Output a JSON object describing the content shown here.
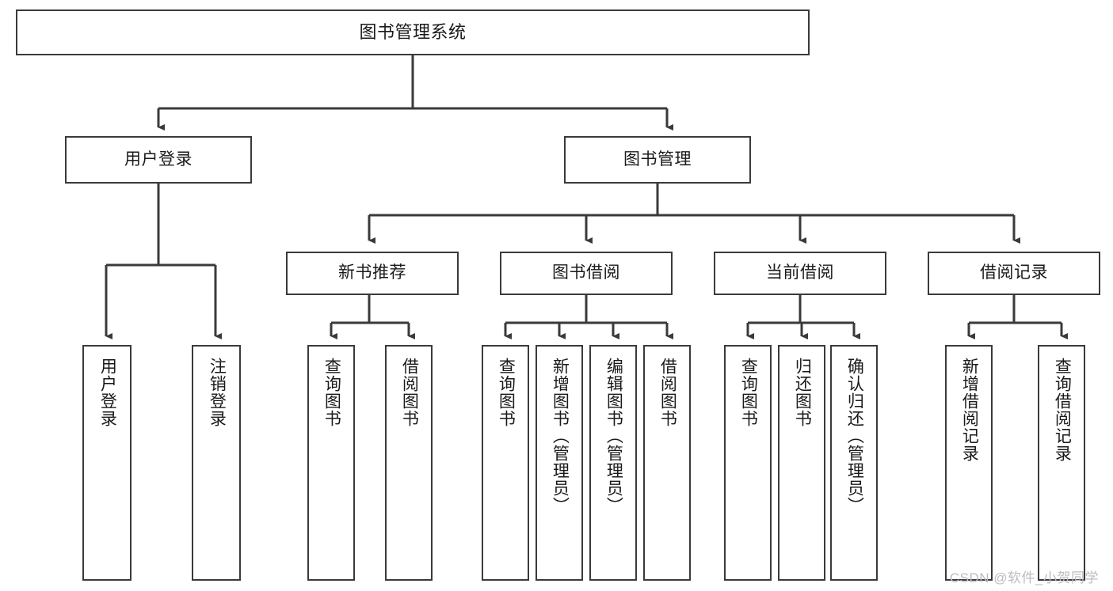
{
  "diagram": {
    "title": "图书管理系统",
    "type": "tree-hierarchy",
    "watermark": "CSDN @软件_小贺同学",
    "colors": {
      "background": "#ffffff",
      "box_border": "#3a3a3a",
      "text": "#1a1a1a",
      "connector": "#3a3a3a",
      "watermark": "#b9bcc2"
    },
    "levels": {
      "level0": {
        "nodes": [
          {
            "id": "root",
            "label": "图书管理系统",
            "orientation": "horizontal"
          }
        ]
      },
      "level1": {
        "nodes": [
          {
            "id": "user-login",
            "label": "用户登录",
            "orientation": "horizontal"
          },
          {
            "id": "book-manage",
            "label": "图书管理",
            "orientation": "horizontal"
          }
        ]
      },
      "level2": {
        "nodes": [
          {
            "id": "new-book-rec",
            "label": "新书推荐",
            "orientation": "horizontal",
            "parent": "book-manage"
          },
          {
            "id": "book-borrow",
            "label": "图书借阅",
            "orientation": "horizontal",
            "parent": "book-manage"
          },
          {
            "id": "current-borrow",
            "label": "当前借阅",
            "orientation": "horizontal",
            "parent": "book-manage"
          },
          {
            "id": "borrow-record",
            "label": "借阅记录",
            "orientation": "horizontal",
            "parent": "book-manage"
          }
        ]
      },
      "level3": {
        "nodes": [
          {
            "id": "leaf-user-login",
            "label": "用户登录",
            "orientation": "vertical",
            "parent": "user-login"
          },
          {
            "id": "leaf-logout",
            "label": "注销登录",
            "orientation": "vertical",
            "parent": "user-login"
          },
          {
            "id": "leaf-query-book-rec",
            "label": "查询图书",
            "orientation": "vertical",
            "parent": "new-book-rec"
          },
          {
            "id": "leaf-borrow-book-rec",
            "label": "借阅图书",
            "orientation": "vertical",
            "parent": "new-book-rec"
          },
          {
            "id": "leaf-query-book-borrow",
            "label": "查询图书",
            "orientation": "vertical",
            "parent": "book-borrow"
          },
          {
            "id": "leaf-add-book",
            "label": "新增图书（管理员）",
            "orientation": "vertical",
            "parent": "book-borrow"
          },
          {
            "id": "leaf-edit-book",
            "label": "编辑图书（管理员）",
            "orientation": "vertical",
            "parent": "book-borrow"
          },
          {
            "id": "leaf-borrow-book",
            "label": "借阅图书",
            "orientation": "vertical",
            "parent": "book-borrow"
          },
          {
            "id": "leaf-query-book-current",
            "label": "查询图书",
            "orientation": "vertical",
            "parent": "current-borrow"
          },
          {
            "id": "leaf-return-book",
            "label": "归还图书",
            "orientation": "vertical",
            "parent": "current-borrow"
          },
          {
            "id": "leaf-confirm-return",
            "label": "确认归还（管理员）",
            "orientation": "vertical",
            "parent": "current-borrow"
          },
          {
            "id": "leaf-add-record",
            "label": "新增借阅记录",
            "orientation": "vertical",
            "parent": "borrow-record"
          },
          {
            "id": "leaf-query-record",
            "label": "查询借阅记录",
            "orientation": "vertical",
            "parent": "borrow-record"
          }
        ]
      }
    }
  }
}
